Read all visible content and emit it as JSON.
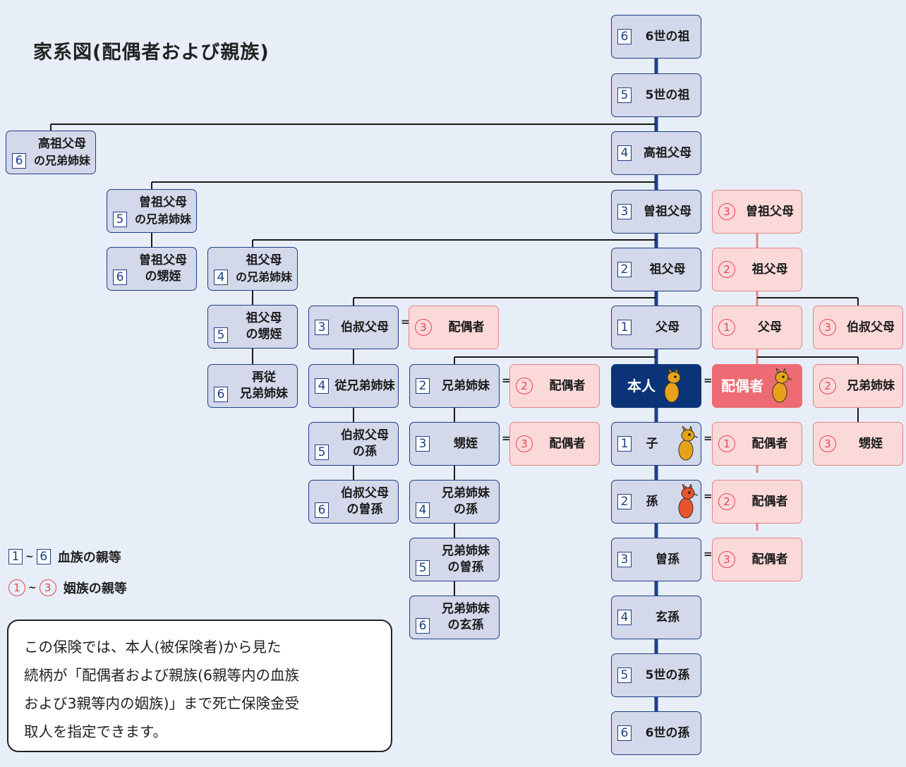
{
  "title": "家系図(配偶者および親族)",
  "colors": {
    "blood_bg": "#d3d8ea",
    "blood_border": "#1e3f86",
    "inlaw_bg": "#fbd9d9",
    "inlaw_border": "#e58585",
    "self_bg": "#0b3478",
    "spouse_bg": "#ee6b73",
    "background": "#e8eef7"
  },
  "nodes": [
    {
      "id": "a6",
      "kind": "blood",
      "mark": "6",
      "label": [
        "6世の祖"
      ]
    },
    {
      "id": "a5",
      "kind": "blood",
      "mark": "5",
      "label": [
        "5世の祖"
      ]
    },
    {
      "id": "a4",
      "kind": "blood",
      "mark": "4",
      "label": [
        "高祖父母"
      ]
    },
    {
      "id": "a3",
      "kind": "blood",
      "mark": "3",
      "label": [
        "曽祖父母"
      ]
    },
    {
      "id": "a2",
      "kind": "blood",
      "mark": "2",
      "label": [
        "祖父母"
      ]
    },
    {
      "id": "a1",
      "kind": "blood",
      "mark": "1",
      "label": [
        "父母"
      ]
    },
    {
      "id": "self",
      "kind": "self",
      "label": [
        "本人"
      ],
      "icon": "kangaroo-mascot-icon"
    },
    {
      "id": "d1",
      "kind": "blood",
      "mark": "1",
      "label": [
        "子"
      ],
      "icon": "kangaroo-joey-icon"
    },
    {
      "id": "d2",
      "kind": "blood",
      "mark": "2",
      "label": [
        "孫"
      ],
      "icon": "red-kangaroo-icon"
    },
    {
      "id": "d3",
      "kind": "blood",
      "mark": "3",
      "label": [
        "曽孫"
      ]
    },
    {
      "id": "d4",
      "kind": "blood",
      "mark": "4",
      "label": [
        "玄孫"
      ]
    },
    {
      "id": "d5",
      "kind": "blood",
      "mark": "5",
      "label": [
        "5世の孫"
      ]
    },
    {
      "id": "d6",
      "kind": "blood",
      "mark": "6",
      "label": [
        "6世の孫"
      ]
    },
    {
      "id": "ga_sib",
      "kind": "blood",
      "mark": "6",
      "label": [
        "高祖父母",
        "の兄弟姉妹"
      ]
    },
    {
      "id": "gg_sib",
      "kind": "blood",
      "mark": "5",
      "label": [
        "曽祖父母",
        "の兄弟姉妹"
      ]
    },
    {
      "id": "gg_neph",
      "kind": "blood",
      "mark": "6",
      "label": [
        "曽祖父母",
        "の甥姪"
      ]
    },
    {
      "id": "g_sib",
      "kind": "blood",
      "mark": "4",
      "label": [
        "祖父母",
        "の兄弟姉妹"
      ]
    },
    {
      "id": "g_neph",
      "kind": "blood",
      "mark": "5",
      "label": [
        "祖父母",
        "の甥姪"
      ]
    },
    {
      "id": "saiju",
      "kind": "blood",
      "mark": "6",
      "label": [
        "再従",
        "兄弟姉妹"
      ]
    },
    {
      "id": "uncle",
      "kind": "blood",
      "mark": "3",
      "label": [
        "伯叔父母"
      ]
    },
    {
      "id": "cousin",
      "kind": "blood",
      "mark": "4",
      "label": [
        "従兄弟姉妹"
      ]
    },
    {
      "id": "u_grand",
      "kind": "blood",
      "mark": "5",
      "label": [
        "伯叔父母",
        "の孫"
      ]
    },
    {
      "id": "u_ggrand",
      "kind": "blood",
      "mark": "6",
      "label": [
        "伯叔父母",
        "の曽孫"
      ]
    },
    {
      "id": "uncle_sp",
      "kind": "inlaw",
      "mark": "3",
      "label": [
        "配偶者"
      ]
    },
    {
      "id": "sib",
      "kind": "blood",
      "mark": "2",
      "label": [
        "兄弟姉妹"
      ]
    },
    {
      "id": "neph",
      "kind": "blood",
      "mark": "3",
      "label": [
        "甥姪"
      ]
    },
    {
      "id": "sib_grand",
      "kind": "blood",
      "mark": "4",
      "label": [
        "兄弟姉妹",
        "の孫"
      ]
    },
    {
      "id": "sib_ggrand",
      "kind": "blood",
      "mark": "5",
      "label": [
        "兄弟姉妹",
        "の曽孫"
      ]
    },
    {
      "id": "sib_gggrand",
      "kind": "blood",
      "mark": "6",
      "label": [
        "兄弟姉妹",
        "の玄孫"
      ]
    },
    {
      "id": "sib_sp",
      "kind": "inlaw",
      "mark": "2",
      "label": [
        "配偶者"
      ]
    },
    {
      "id": "neph_sp",
      "kind": "inlaw",
      "mark": "3",
      "label": [
        "配偶者"
      ]
    },
    {
      "id": "sp_gg",
      "kind": "inlaw",
      "mark": "3",
      "label": [
        "曽祖父母"
      ]
    },
    {
      "id": "sp_g",
      "kind": "inlaw",
      "mark": "2",
      "label": [
        "祖父母"
      ]
    },
    {
      "id": "sp_p",
      "kind": "inlaw",
      "mark": "1",
      "label": [
        "父母"
      ]
    },
    {
      "id": "sp_uncle",
      "kind": "inlaw",
      "mark": "3",
      "label": [
        "伯叔父母"
      ]
    },
    {
      "id": "spouse",
      "kind": "spouse",
      "label": [
        "配偶者"
      ],
      "icon": "kangaroo-mascot-icon"
    },
    {
      "id": "sp_sib",
      "kind": "inlaw",
      "mark": "2",
      "label": [
        "兄弟姉妹"
      ]
    },
    {
      "id": "sp_neph",
      "kind": "inlaw",
      "mark": "3",
      "label": [
        "甥姪"
      ]
    },
    {
      "id": "d1_sp",
      "kind": "inlaw",
      "mark": "1",
      "label": [
        "配偶者"
      ]
    },
    {
      "id": "d2_sp",
      "kind": "inlaw",
      "mark": "2",
      "label": [
        "配偶者"
      ]
    },
    {
      "id": "d3_sp",
      "kind": "inlaw",
      "mark": "3",
      "label": [
        "配偶者"
      ]
    }
  ],
  "equals_sign": "=",
  "legend": [
    {
      "kind": "blood",
      "from": "1",
      "sep": "~",
      "to": "6",
      "text": "血族の親等"
    },
    {
      "kind": "inlaw",
      "from": "1",
      "sep": "~",
      "to": "3",
      "text": "姻族の親等"
    }
  ],
  "note": [
    "この保険では、本人(被保険者)から見た",
    "続柄が「配偶者および親族(6親等内の血族",
    "および3親等内の姻族)」まで死亡保険金受",
    "取人を指定できます。"
  ]
}
